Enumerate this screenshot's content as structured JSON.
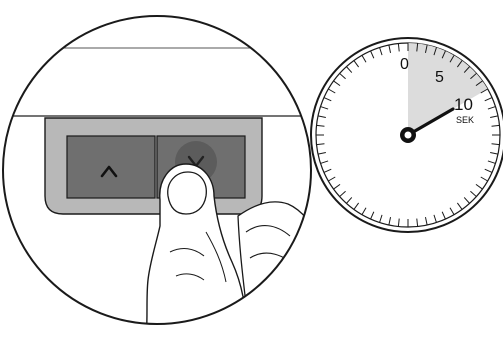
{
  "timer": {
    "labels": [
      "0",
      "5",
      "10"
    ],
    "unit": "SEK",
    "value_seconds": 10,
    "shaded_seconds": [
      0,
      10
    ]
  },
  "buttons": {
    "up_icon": "chevron-up-icon",
    "down_icon": "chevron-down-icon",
    "pressed": "down"
  },
  "colors": {
    "shade": "#dcdcdc",
    "key_dark": "#707070",
    "panel": "#b5b5b5",
    "down_ring": "#5a5a5a",
    "line": "#1a1a1a"
  }
}
